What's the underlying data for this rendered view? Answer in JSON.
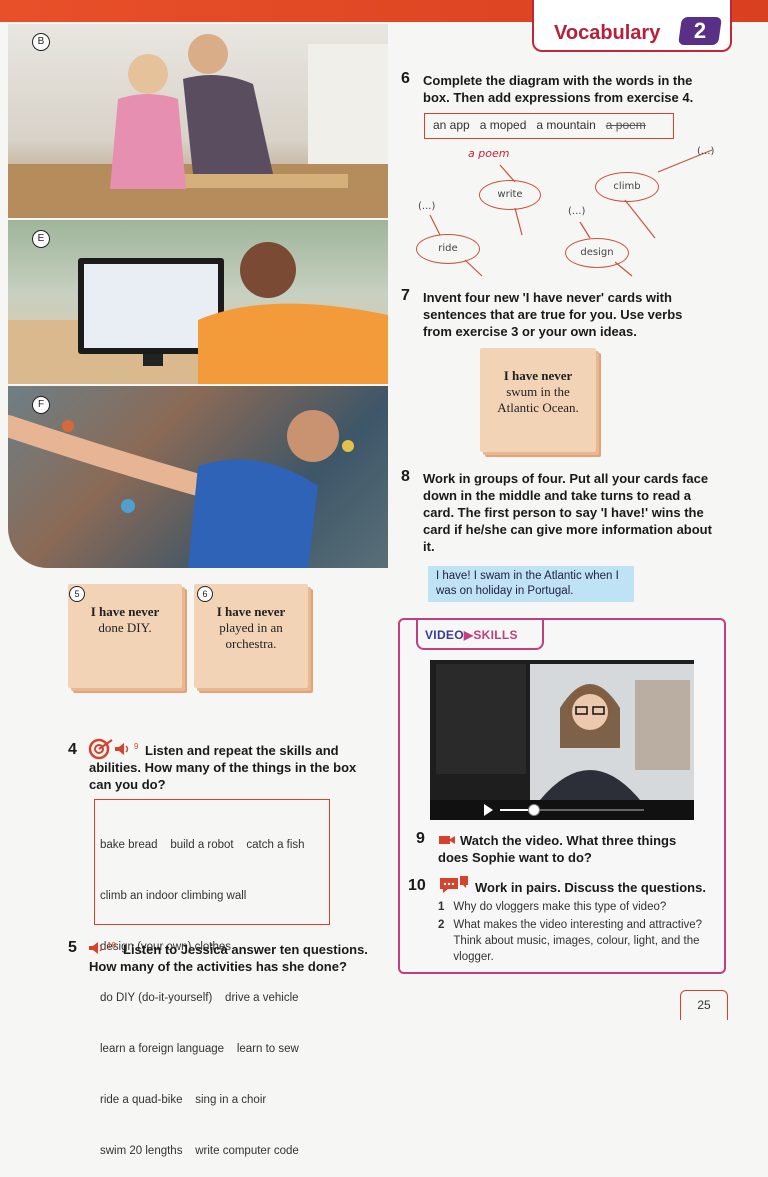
{
  "header": {
    "section_title": "Vocabulary",
    "unit_number": "2"
  },
  "photos": {
    "b_label": "B",
    "e_label": "E",
    "f_label": "F"
  },
  "cards_left": [
    {
      "number": "5",
      "bold": "I have never",
      "text": "done DIY."
    },
    {
      "number": "6",
      "bold": "I have never",
      "text": "played in an orchestra."
    }
  ],
  "ex4": {
    "number": "4",
    "track": "9",
    "instruction": "Listen and repeat the skills and abilities. How many of the things in the box can you do?",
    "box_lines": [
      "bake bread    build a robot    catch a fish",
      "climb an indoor climbing wall",
      "design (your own) clothes",
      "do DIY (do-it-yourself)    drive a vehicle",
      "learn a foreign language    learn to sew",
      "ride a quad-bike    sing in a choir",
      "swim 20 lengths    write computer code"
    ]
  },
  "ex5": {
    "number": "5",
    "track": "10",
    "instruction": "Listen to Jessica answer ten questions. How many of the activities has she done?"
  },
  "ex6": {
    "number": "6",
    "instruction": "Complete the diagram with the words in the box. Then add expressions from exercise 4.",
    "box_words": [
      "an app",
      "a moped",
      "a mountain",
      "a poem"
    ],
    "diagram": {
      "write": "write",
      "climb": "climb",
      "ride": "ride",
      "design": "design",
      "a_poem": "a poem",
      "blank": "(...)"
    }
  },
  "ex7": {
    "number": "7",
    "instruction": "Invent four new 'I have never' cards with sentences that are true for you. Use verbs from exercise 3 or your own ideas.",
    "card_bold": "I have never",
    "card_text": "swum in the Atlantic Ocean."
  },
  "ex8": {
    "number": "8",
    "instruction": "Work in groups of four. Put all your cards face down in the middle and take turns to read a card. The first person to say 'I have!' wins the card if he/she can give more information about it.",
    "bubble": "I have! I swam in the Atlantic when I was on holiday in Portugal."
  },
  "video": {
    "label_video": "VIDEO",
    "label_skills": "SKILLS"
  },
  "ex9": {
    "number": "9",
    "instruction": "Watch the video. What three things does Sophie want to do?"
  },
  "ex10": {
    "number": "10",
    "instruction": "Work in pairs. Discuss the questions.",
    "questions": [
      {
        "n": "1",
        "text": "Why do vloggers make this type of video?"
      },
      {
        "n": "2",
        "text": "What makes the video interesting and attractive? Think about music, images, colour, light, and the vlogger."
      }
    ]
  },
  "page_number": "25",
  "colors": {
    "accent_red": "#d4432d",
    "brand_purple": "#5a2f86",
    "video_pink": "#c0407e",
    "card_peach": "#f3d3b6"
  }
}
